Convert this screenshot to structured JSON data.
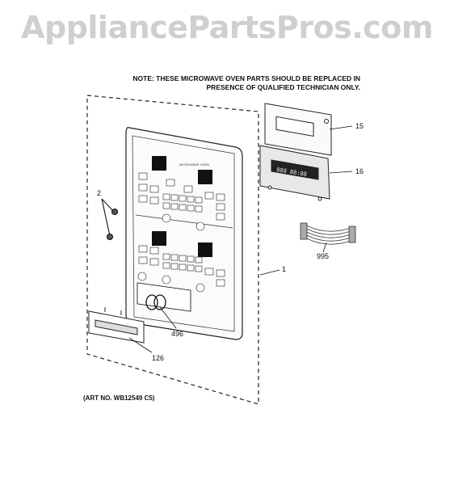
{
  "watermark": "AppliancePartsPros.com",
  "note": {
    "line1": "NOTE: THESE MICROWAVE OVEN PARTS SHOULD BE REPLACED IN",
    "line2": "PRESENCE OF QUALIFIED TECHNICIAN ONLY."
  },
  "art_number": "(ART NO. WB12549 C5)",
  "callouts": {
    "p15": "15",
    "p16": "16",
    "p995": "995",
    "p1": "1",
    "p2": "2",
    "p496": "496",
    "p126": "126"
  },
  "display_readout": "888 88:88"
}
